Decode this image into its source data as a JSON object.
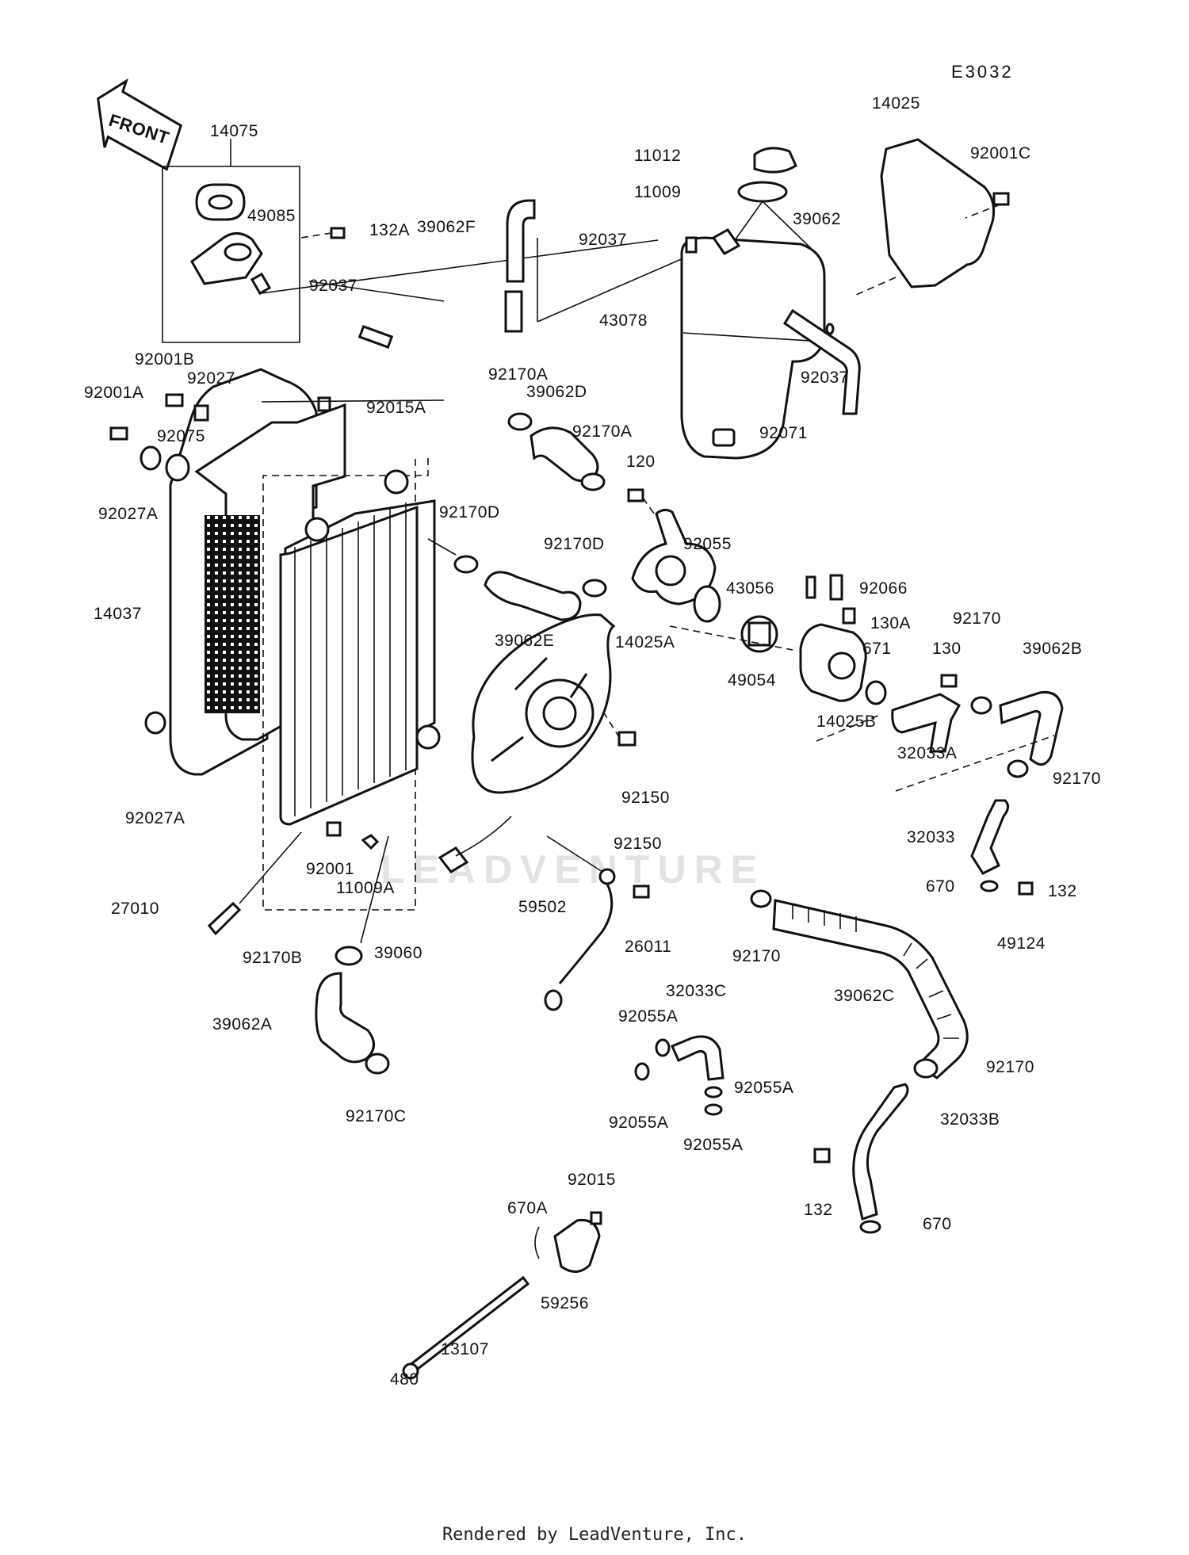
{
  "diagram_code": "E3032",
  "front_label": "FRONT",
  "watermark": "LEADVENTURE",
  "footer": "Rendered by LeadVenture, Inc.",
  "labels": {
    "p14075": "14075",
    "p49085": "49085",
    "p132A": "132A",
    "p92037a": "92037",
    "p92037b": "92037",
    "p39062F": "39062F",
    "p11012": "11012",
    "p11009": "11009",
    "p14025": "14025",
    "p92001C": "92001C",
    "p39062": "39062",
    "p43078": "43078",
    "p92037c": "92037",
    "p92001B": "92001B",
    "p92027": "92027",
    "p92001A": "92001A",
    "p92015A": "92015A",
    "p92075": "92075",
    "p92027A": "92027A",
    "p92170Aa": "92170A",
    "p39062D": "39062D",
    "p92170Ab": "92170A",
    "p92071": "92071",
    "p120": "120",
    "p92170Da": "92170D",
    "p92170Db": "92170D",
    "p92055": "92055",
    "p14037": "14037",
    "p39062E": "39062E",
    "p14025A": "14025A",
    "p43056": "43056",
    "p92066": "92066",
    "p130A": "130A",
    "p92170a": "92170",
    "p39062B": "39062B",
    "p671": "671",
    "p130": "130",
    "p49054": "49054",
    "p14025B": "14025B",
    "p32033A": "32033A",
    "p92150a": "92150",
    "p92027Ab": "92027A",
    "p92170b": "92170",
    "p32033": "32033",
    "p670a": "670",
    "p132a": "132",
    "p92001": "92001",
    "p11009A": "11009A",
    "p92150b": "92150",
    "p27010": "27010",
    "p59502": "59502",
    "p92170c": "92170",
    "p49124": "49124",
    "p39060": "39060",
    "p92170B": "92170B",
    "p26011": "26011",
    "p39062C": "39062C",
    "p32033C": "32033C",
    "p92055Aa": "92055A",
    "p39062A": "39062A",
    "p92170d": "92170",
    "p92055Ab": "92055A",
    "p92170C": "92170C",
    "p92055Ac": "92055A",
    "p32033B": "32033B",
    "p92055Ad": "92055A",
    "p132b": "132",
    "p92015": "92015",
    "p670A": "670A",
    "p670b": "670",
    "p59256": "59256",
    "p13107": "13107",
    "p480": "480"
  }
}
